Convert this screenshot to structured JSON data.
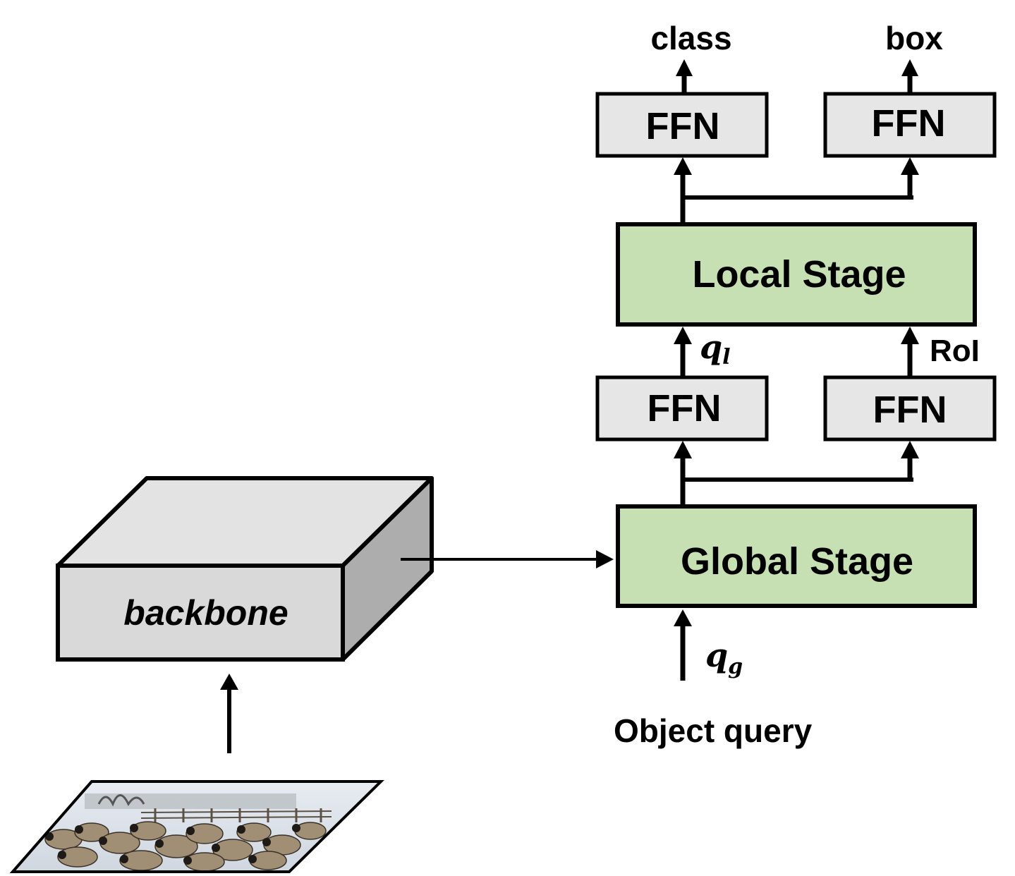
{
  "diagram": {
    "backbone_label": "backbone",
    "global_stage_label": "Global Stage",
    "local_stage_label": "Local Stage",
    "ffn_label": "FFN",
    "output_class_label": "class",
    "output_box_label": "box",
    "roi_label": "RoI",
    "q_local": {
      "base": "q",
      "sub": "l"
    },
    "q_global": {
      "base": "q",
      "sub": "g"
    },
    "object_query_label": "Object query",
    "colors": {
      "stage_fill": "#c6e0b4",
      "ffn_fill": "#e7e6e6",
      "backbone_front": "#d9d9d9",
      "backbone_top": "#e3e3e3",
      "backbone_side": "#adadad",
      "stroke": "#000000"
    }
  }
}
